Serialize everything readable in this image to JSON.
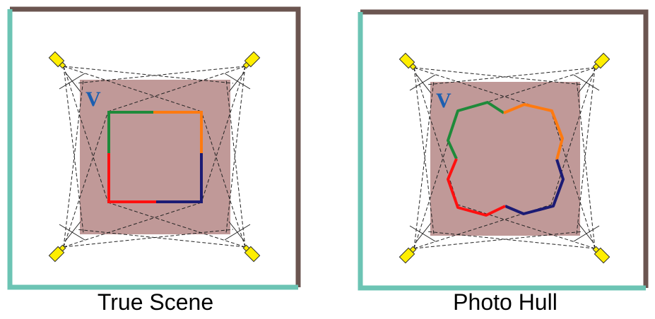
{
  "panels": [
    {
      "caption": "True Scene",
      "volume_label": "V"
    },
    {
      "caption": "Photo Hull",
      "volume_label": "V"
    }
  ],
  "colors": {
    "wall_dark": "#6b5550",
    "wall_teal": "#6cc4b4",
    "volume_fill": "#c09998",
    "camera": "#ffee00",
    "green": "#1f8a3a",
    "orange": "#ff7a10",
    "navy": "#1c1b74",
    "red": "#ff1010",
    "label": "#1c5fb0"
  },
  "icons": [
    "camera-icon"
  ]
}
